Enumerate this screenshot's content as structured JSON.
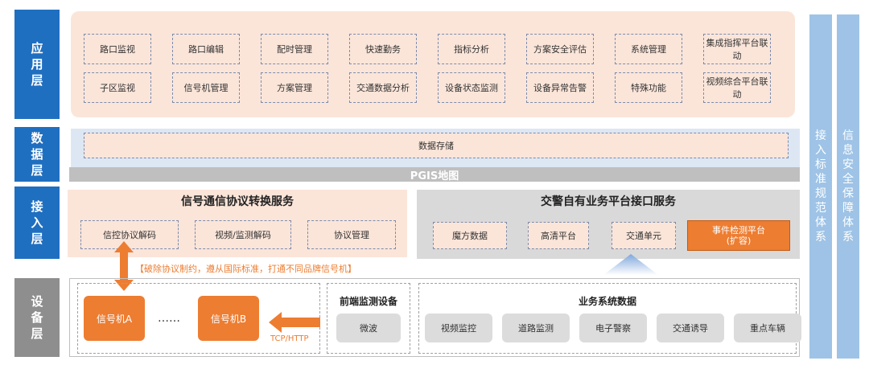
{
  "layers": {
    "app": "应用层",
    "data": "数据层",
    "access": "接入层",
    "device": "设备层"
  },
  "app_items_row1": [
    "路口监视",
    "路口编辑",
    "配时管理",
    "快速勤务",
    "指标分析",
    "方案安全评估",
    "系统管理",
    "集成指挥平台联动"
  ],
  "app_items_row2": [
    "子区监视",
    "信号机管理",
    "方案管理",
    "交通数据分析",
    "设备状态监测",
    "设备异常告警",
    "特殊功能",
    "视频综合平台联动"
  ],
  "data_layer": {
    "storage": "数据存储",
    "pgis": "PGIS地图"
  },
  "signal_service": {
    "title": "信号通信协议转换服务",
    "items": [
      "信控协议解码",
      "视频/监测解码",
      "协议管理"
    ]
  },
  "police_service": {
    "title": "交警自有业务平台接口服务",
    "items": [
      "魔方数据",
      "高清平台",
      "交通单元"
    ],
    "event_platform_line1": "事件检测平台",
    "event_platform_line2": "(扩容)"
  },
  "notice": "【破除协议制约，遵从国际标准，打通不同品牌信号机】",
  "device": {
    "signal_a": "信号机A",
    "ellipsis": "……",
    "signal_b": "信号机B",
    "protocol": "TCP/HTTP",
    "frontend_title": "前端监测设备",
    "frontend_item": "微波",
    "business_title": "业务系统数据",
    "business_items": [
      "视频监控",
      "道路监测",
      "电子警察",
      "交通诱导",
      "重点车辆"
    ]
  },
  "side": {
    "standard": "接入标准规范体系",
    "security": "信息安全保障体系"
  },
  "colors": {
    "layer_blue": "#1f6fc1",
    "layer_gray": "#8e8e8e",
    "panel_pink": "#fbe5d9",
    "accent_orange": "#ed7d31",
    "side_blue": "#9ec3e6"
  }
}
